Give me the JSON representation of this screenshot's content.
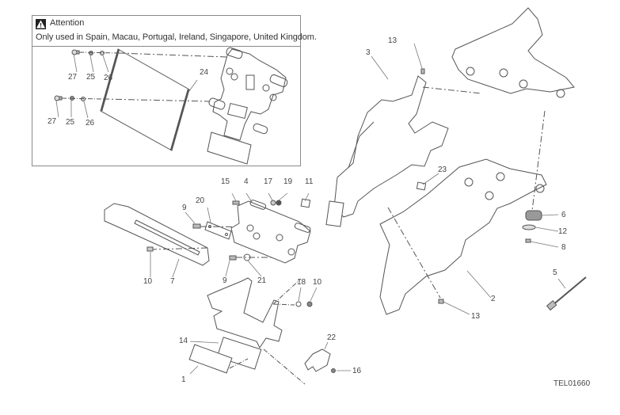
{
  "attention": {
    "title": "Attention",
    "text": "Only used in Spain, Macau, Portugal, Ireland, Singapore, United Kingdom.",
    "icon": "warning-triangle-icon"
  },
  "drawing_code": "TEL01660",
  "callouts": {
    "inset_27a": "27",
    "inset_25a": "25",
    "inset_26a": "26",
    "inset_27b": "27",
    "inset_25b": "25",
    "inset_26b": "26",
    "inset_24": "24",
    "c15": "15",
    "c4": "4",
    "c17": "17",
    "c19": "19",
    "c11": "11",
    "c20": "20",
    "c9a": "9",
    "c10a": "10",
    "c7": "7",
    "c9b": "9",
    "c21": "21",
    "c18": "18",
    "c10b": "10",
    "c14": "14",
    "c1": "1",
    "c22": "22",
    "c16": "16",
    "c3": "3",
    "c13a": "13",
    "c23": "23",
    "c2": "2",
    "c13b": "13",
    "c6": "6",
    "c12": "12",
    "c8": "8",
    "c5": "5"
  }
}
